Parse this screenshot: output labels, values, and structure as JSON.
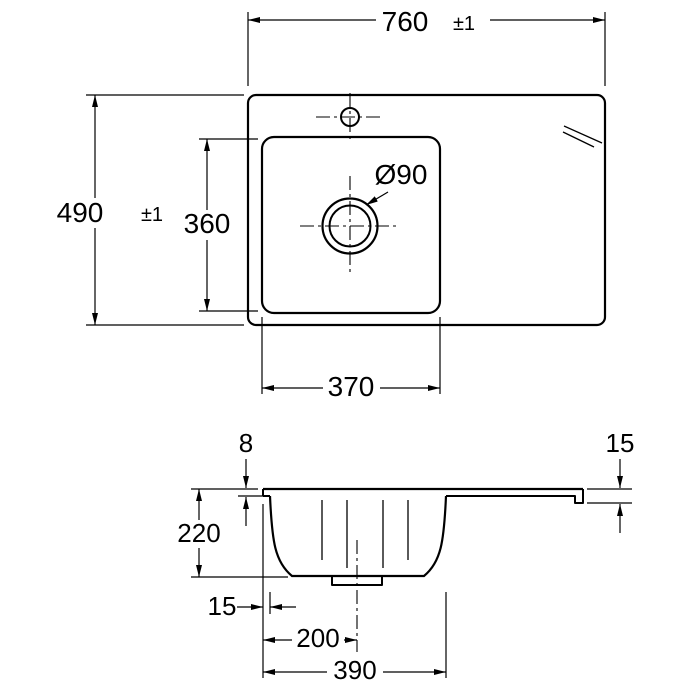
{
  "meta": {
    "description": "Kitchen sink dimensional technical drawing, plan view and cross-section",
    "units": "mm"
  },
  "top_view": {
    "overall_width": "760",
    "overall_width_tol": "±1",
    "overall_depth": "490",
    "overall_depth_tol": "±1",
    "bowl_height": "360",
    "bowl_width": "370",
    "drain_diameter": "Ø90"
  },
  "section_view": {
    "rim_thickness": "8",
    "edge_height": "15",
    "bowl_depth": "220",
    "edge_to_bowl": "15",
    "edge_to_drain": "200",
    "bowl_width": "390"
  }
}
